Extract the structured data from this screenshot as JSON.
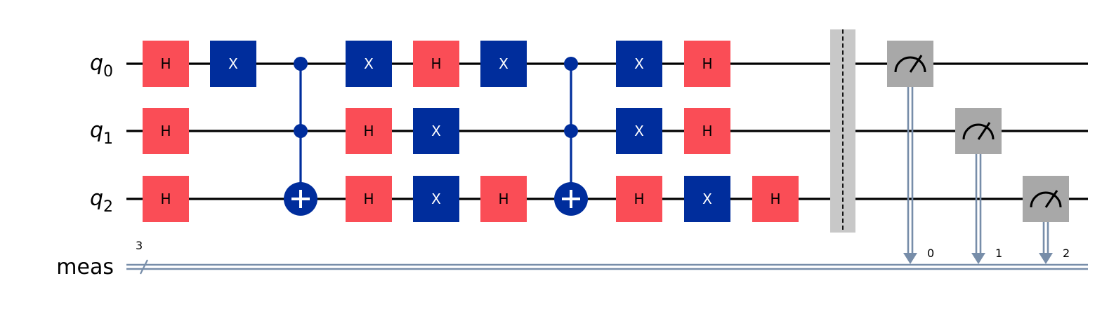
{
  "qubits": [
    {
      "base": "q",
      "index": "0"
    },
    {
      "base": "q",
      "index": "1"
    },
    {
      "base": "q",
      "index": "2"
    }
  ],
  "classical_register": {
    "label": "meas",
    "width": "3"
  },
  "gate_colors": {
    "H": "#fa4d56",
    "X": "#002d9c",
    "control": "#002d9c",
    "measure": "#a8a8a8",
    "classical": "#778da9",
    "barrier": "#c8c8c8"
  },
  "gate_text_colors": {
    "H": "#000000",
    "X": "#ffffff"
  },
  "columns": [
    {
      "ops": [
        {
          "type": "H",
          "qubit": 0
        },
        {
          "type": "H",
          "qubit": 1
        },
        {
          "type": "H",
          "qubit": 2
        }
      ]
    },
    {
      "ops": [
        {
          "type": "X",
          "qubit": 0
        }
      ]
    },
    {
      "ops": [
        {
          "type": "CCX",
          "controls": [
            0,
            1
          ],
          "target": 2
        }
      ]
    },
    {
      "ops": [
        {
          "type": "X",
          "qubit": 0
        },
        {
          "type": "H",
          "qubit": 1
        },
        {
          "type": "H",
          "qubit": 2
        }
      ]
    },
    {
      "ops": [
        {
          "type": "H",
          "qubit": 0
        },
        {
          "type": "X",
          "qubit": 1
        },
        {
          "type": "X",
          "qubit": 2
        }
      ]
    },
    {
      "ops": [
        {
          "type": "X",
          "qubit": 0
        },
        {
          "type": "H",
          "qubit": 2
        }
      ]
    },
    {
      "ops": [
        {
          "type": "CCX",
          "controls": [
            0,
            1
          ],
          "target": 2
        }
      ]
    },
    {
      "ops": [
        {
          "type": "X",
          "qubit": 0
        },
        {
          "type": "X",
          "qubit": 1
        },
        {
          "type": "H",
          "qubit": 2
        }
      ]
    },
    {
      "ops": [
        {
          "type": "H",
          "qubit": 0
        },
        {
          "type": "H",
          "qubit": 1
        },
        {
          "type": "X",
          "qubit": 2
        }
      ]
    },
    {
      "ops": [
        {
          "type": "H",
          "qubit": 2
        }
      ]
    },
    {
      "ops": [
        {
          "type": "barrier"
        }
      ]
    },
    {
      "ops": [
        {
          "type": "measure",
          "qubit": 0,
          "clbit": "0"
        }
      ]
    },
    {
      "ops": [
        {
          "type": "measure",
          "qubit": 1,
          "clbit": "1"
        }
      ]
    },
    {
      "ops": [
        {
          "type": "measure",
          "qubit": 2,
          "clbit": "2"
        }
      ]
    }
  ]
}
